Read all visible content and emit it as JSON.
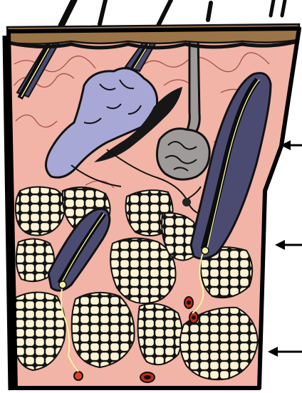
{
  "diagram": {
    "title": "",
    "palette": {
      "epidermis": "#9a7447",
      "dermis": "#f2b4a6",
      "fat_cell": "#fcf2d4",
      "gland": "#a7a8d6",
      "sweat_gland": "#a09b9b",
      "hair_shaft": "#0d0d0d",
      "follicle": "#4b4b72",
      "nerve": "#f4f3a0",
      "vessel": "#d7321b",
      "outline": "#000000"
    },
    "labels": [],
    "pointer_arrows": [
      {
        "id": "arrow-epidermis-dermis"
      },
      {
        "id": "arrow-dermis"
      },
      {
        "id": "arrow-hypodermis"
      }
    ]
  }
}
